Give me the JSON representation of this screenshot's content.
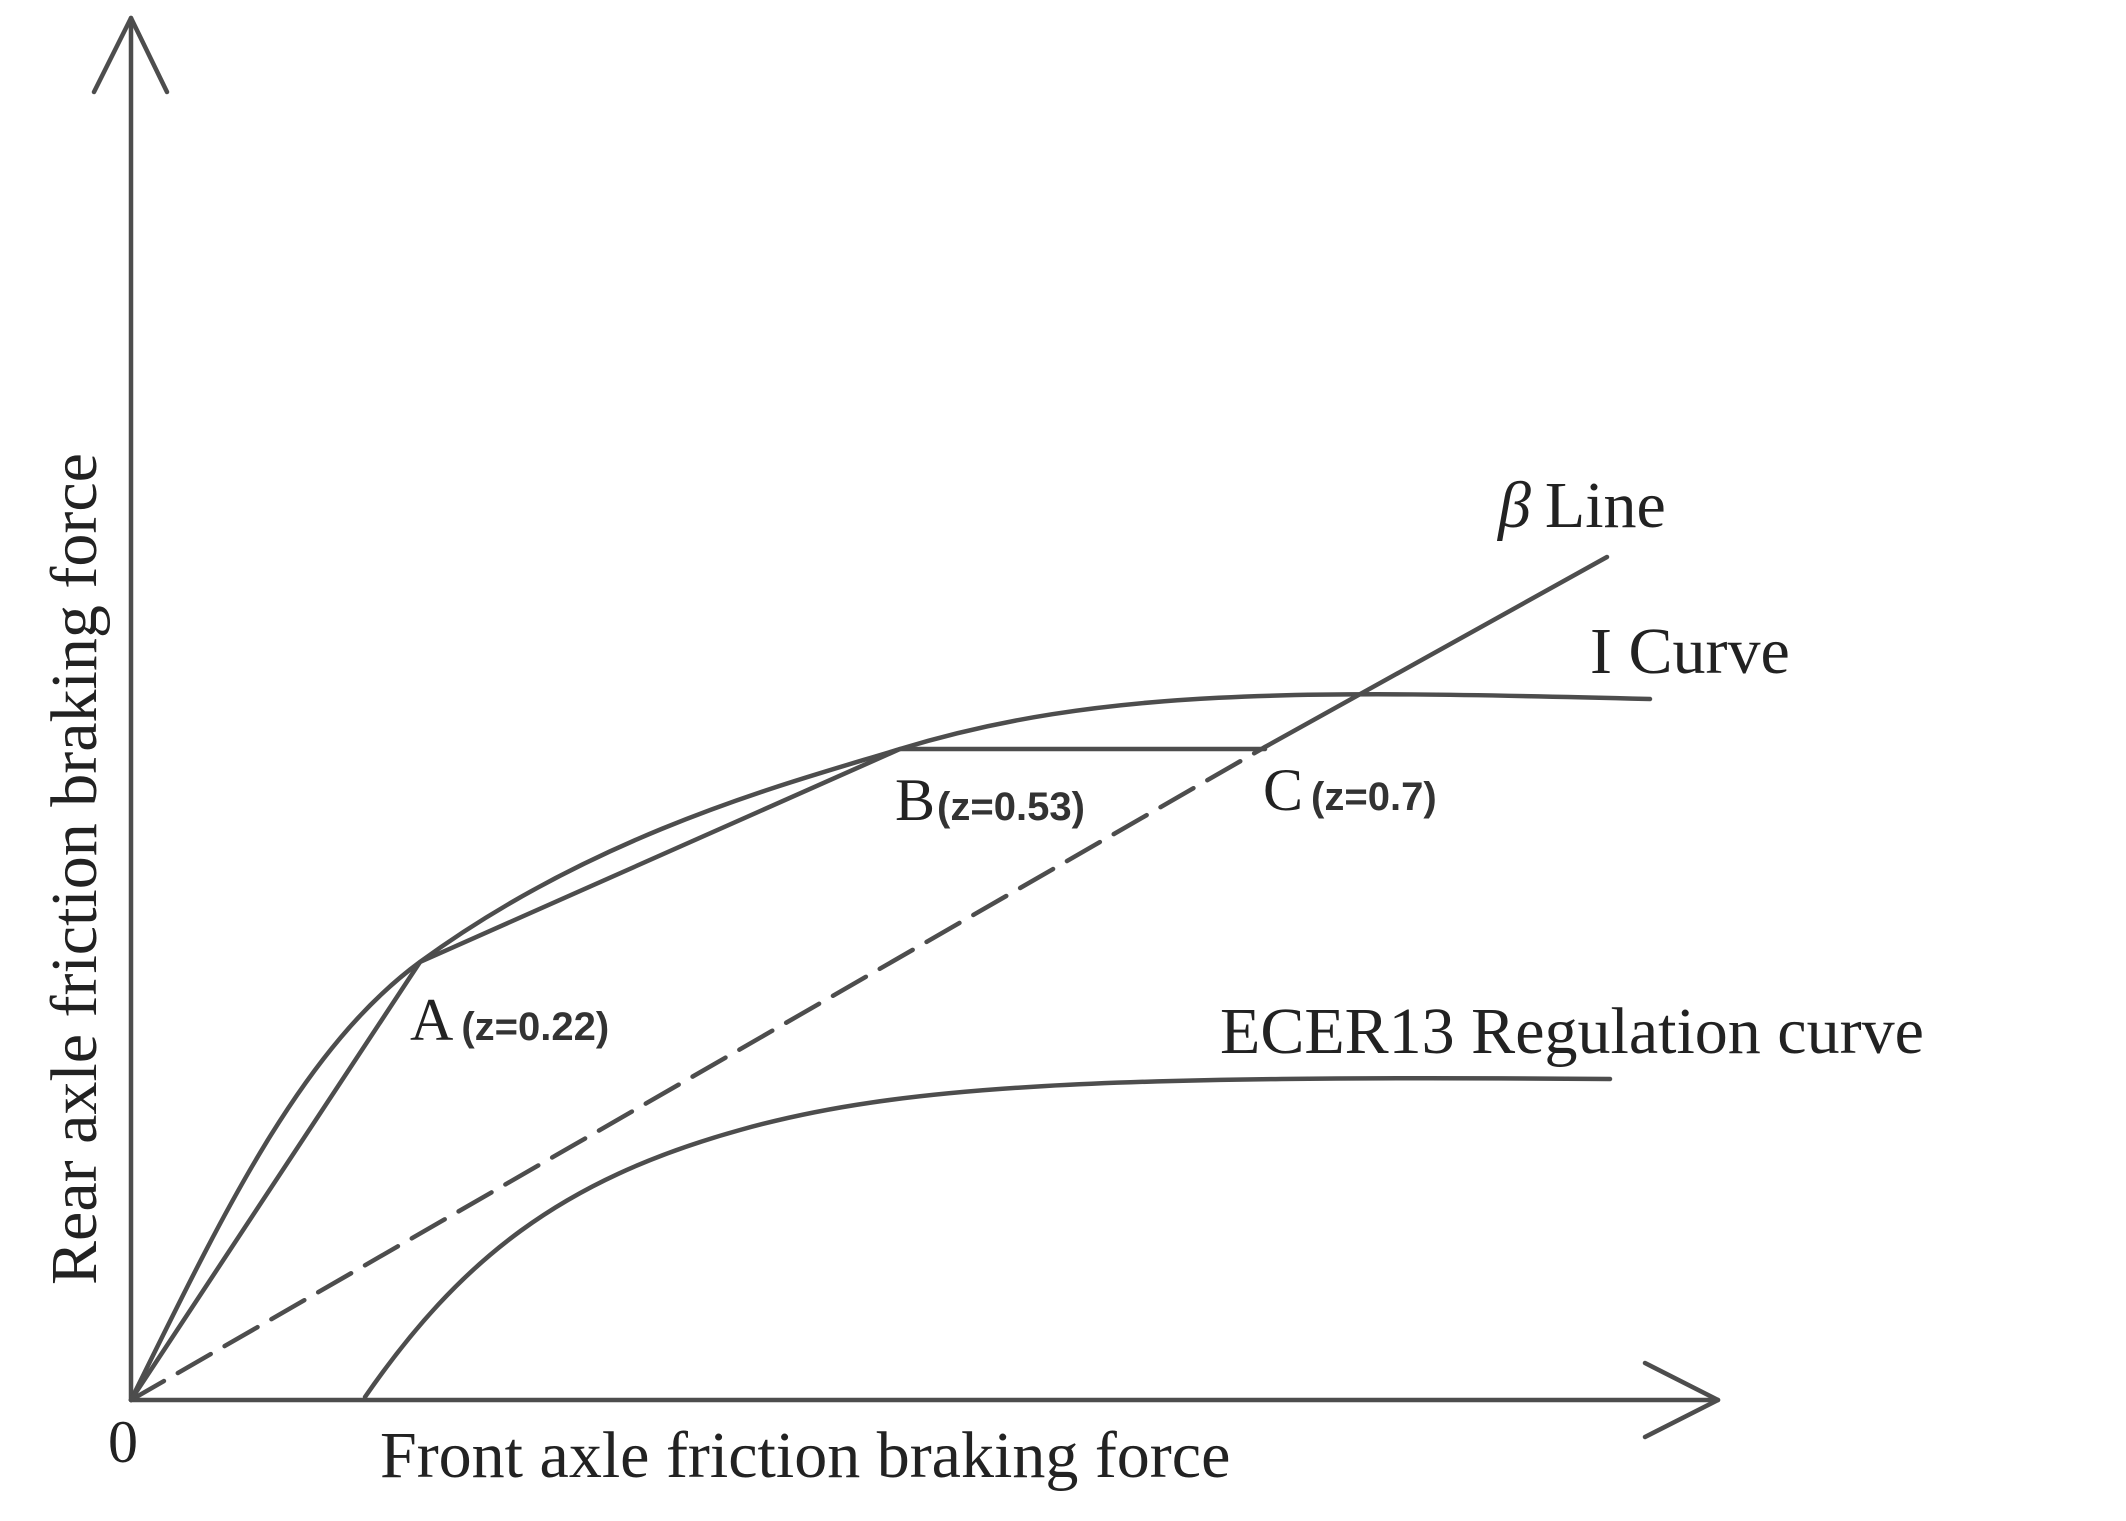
{
  "axes": {
    "x_label": "Front axle friction braking force",
    "y_label": "Rear axle friction braking force",
    "origin_label": "0"
  },
  "curves": {
    "beta_symbol": "β",
    "beta_word": "Line",
    "i_curve": "I Curve",
    "ecer13": "ECER13 Regulation curve"
  },
  "points": {
    "a_letter": "A",
    "a_z": "(z=0.22)",
    "b_letter": "B",
    "b_z": "(z=0.53)",
    "c_letter": "C",
    "c_z": "(z=0.7)"
  },
  "colors": {
    "line": "#4d4d4d",
    "text": "#222222"
  }
}
